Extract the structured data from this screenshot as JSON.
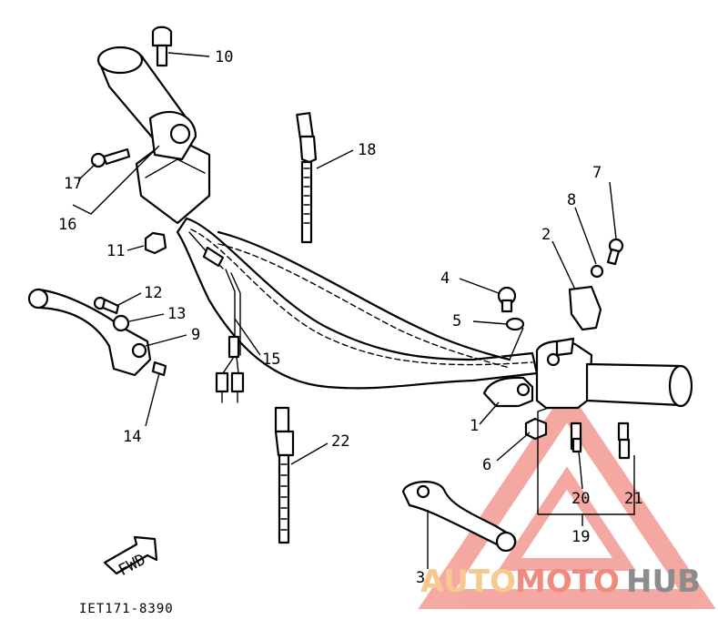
{
  "diagram": {
    "drawing_code": "IET171-8390",
    "fwd_label": "FWD",
    "callouts": [
      {
        "id": "c10",
        "label": "10"
      },
      {
        "id": "c18",
        "label": "18"
      },
      {
        "id": "c17",
        "label": "17"
      },
      {
        "id": "c16",
        "label": "16"
      },
      {
        "id": "c11",
        "label": "11"
      },
      {
        "id": "c12",
        "label": "12"
      },
      {
        "id": "c13",
        "label": "13"
      },
      {
        "id": "c9",
        "label": "9"
      },
      {
        "id": "c14",
        "label": "14"
      },
      {
        "id": "c15",
        "label": "15"
      },
      {
        "id": "c22",
        "label": "22"
      },
      {
        "id": "c7",
        "label": "7"
      },
      {
        "id": "c8",
        "label": "8"
      },
      {
        "id": "c2",
        "label": "2"
      },
      {
        "id": "c4",
        "label": "4"
      },
      {
        "id": "c5",
        "label": "5"
      },
      {
        "id": "c1",
        "label": "1"
      },
      {
        "id": "c6",
        "label": "6"
      },
      {
        "id": "c20",
        "label": "20"
      },
      {
        "id": "c21",
        "label": "21"
      },
      {
        "id": "c19",
        "label": "19"
      },
      {
        "id": "c3",
        "label": "3"
      }
    ]
  },
  "watermark": {
    "part1": "AUTO",
    "part2": "MOTO",
    "part3": "HUB",
    "colors": {
      "auto": "#f6c98f",
      "moto": "#f08a7e",
      "hub": "#8c8c8c",
      "triangle": "#f29a92"
    }
  }
}
